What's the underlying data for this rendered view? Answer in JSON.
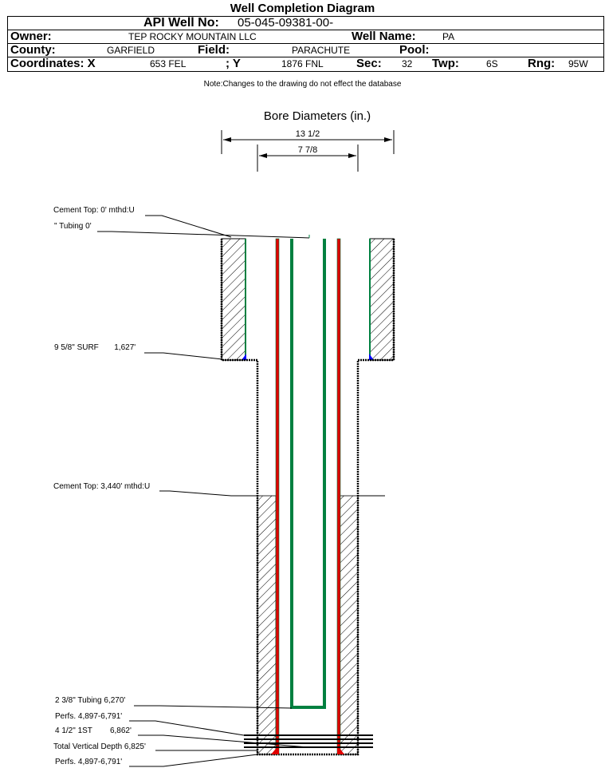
{
  "header": {
    "title": "Well Completion Diagram",
    "api_label": "API Well No:",
    "api_value": "05-045-09381-00-",
    "owner_label": "Owner:",
    "owner_value": "TEP ROCKY MOUNTAIN LLC",
    "well_name_label": "Well Name:",
    "well_name_value": "PA",
    "county_label": "County:",
    "county_value": "GARFIELD",
    "field_label": "Field:",
    "field_value": "PARACHUTE",
    "pool_label": "Pool:",
    "pool_value": "",
    "coord_x_label": "Coordinates: X",
    "coord_x_value": "653 FEL",
    "coord_y_label": "; Y",
    "coord_y_value": "1876 FNL",
    "sec_label": "Sec:",
    "sec_value": "32",
    "twp_label": "Twp:",
    "twp_value": "6S",
    "rng_label": "Rng:",
    "rng_value": "95W",
    "note": "Note:Changes to the drawing do not effect the database"
  },
  "bore": {
    "title": "Bore Diameters (in.)",
    "outer_diameter": "13 1/2",
    "inner_diameter": "7 7/8"
  },
  "labels": {
    "cement_top_surface": "Cement Top: 0' mthd:U",
    "tubing_top": "\" Tubing 0'",
    "surface_casing": "9 5/8\" SURF       1,627'",
    "cement_top_production": "Cement Top: 3,440' mthd:U",
    "tubing_bottom": "2 3/8\" Tubing 6,270'",
    "perfs_1": "Perfs. 4,897-6,791'",
    "production_casing": "4 1/2\" 1ST        6,862'",
    "total_depth": "Total Vertical Depth 6,825'",
    "perfs_2": "Perfs. 4,897-6,791'"
  },
  "colors": {
    "casing_green": "#008040",
    "production_red": "#e00000",
    "production_brown": "#8b3a00",
    "shoe_blue": "#0000ff"
  }
}
